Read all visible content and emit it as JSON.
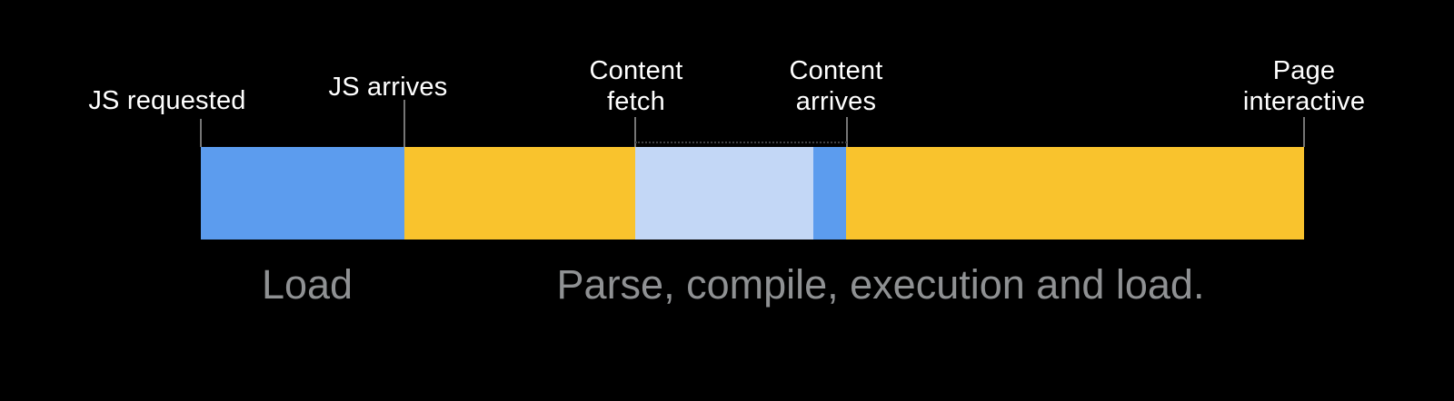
{
  "canvas": {
    "background": "#000000"
  },
  "timeline": {
    "milestones": [
      {
        "id": "js-requested",
        "label": "JS requested"
      },
      {
        "id": "js-arrives",
        "label": "JS arrives"
      },
      {
        "id": "content-fetch",
        "label": "Content\nfetch"
      },
      {
        "id": "content-arrives",
        "label": "Content\narrives"
      },
      {
        "id": "page-interactive",
        "label": "Page\ninteractive"
      }
    ],
    "segments": [
      {
        "id": "js-request-to-arrival",
        "color": "#5C9CEE"
      },
      {
        "id": "js-arrival-to-content-fetch",
        "color": "#F9C32D"
      },
      {
        "id": "content-fetch-wait",
        "color": "#C3D7F6"
      },
      {
        "id": "content-pre-arrival",
        "color": "#5C9CEE"
      },
      {
        "id": "arrival-to-interactive",
        "color": "#F9C32D"
      }
    ],
    "phase_captions": [
      {
        "id": "load",
        "label": "Load"
      },
      {
        "id": "parse",
        "label": "Parse, compile, execution and load."
      }
    ],
    "colors": {
      "label_text": "#FFFFFF",
      "caption_text": "#8F9193",
      "tick": "#757575",
      "dotted_line": "#3F4043"
    }
  }
}
